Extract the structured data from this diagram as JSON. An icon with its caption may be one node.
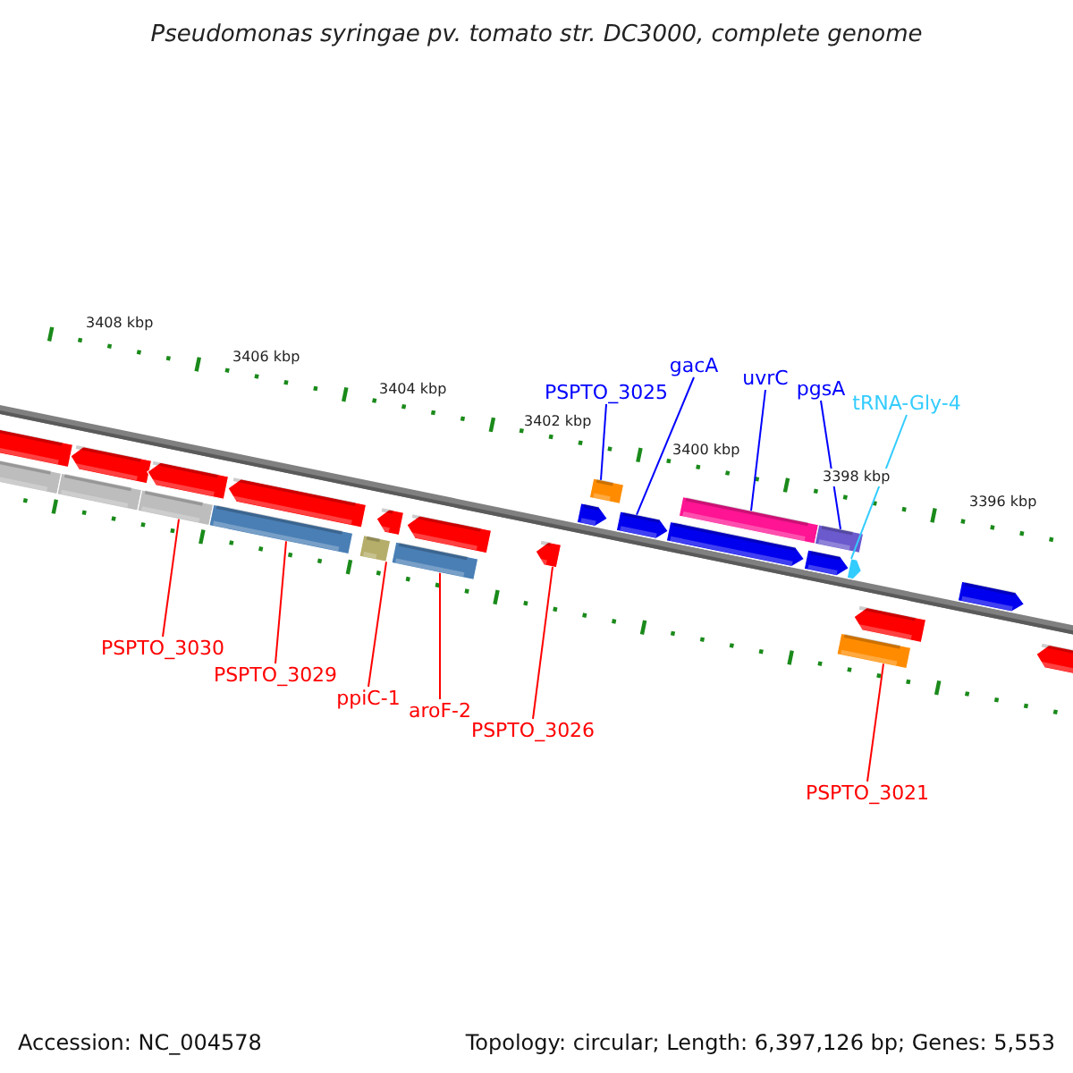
{
  "diagram": {
    "title": "Pseudomonas syringae pv. tomato str. DC3000, complete genome",
    "nodes": [
      {
        "text": [
          "PSPTO_3025"
        ]
      },
      {
        "text": [
          "gacA"
        ]
      },
      {
        "text": [
          "uvrC"
        ]
      },
      {
        "text": [
          "pgsA"
        ]
      },
      {
        "text": [
          "tRNA-Gly-4"
        ]
      },
      {
        "text": [
          "PSPTO_3030"
        ]
      },
      {
        "text": [
          "PSPTO_3029"
        ]
      },
      {
        "text": [
          "ppiC-1"
        ]
      },
      {
        "text": [
          "aroF-2"
        ]
      },
      {
        "text": [
          "PSPTO_3026"
        ]
      },
      {
        "text": [
          "PSPTO_3021"
        ]
      },
      {
        "text": [],
        "shape": "bar"
      },
      {
        "text": [],
        "shape": "bar"
      },
      {
        "text": [],
        "shape": "bar"
      },
      {
        "text": [],
        "shape": "bar"
      },
      {
        "text": [],
        "shape": "bar"
      },
      {
        "text": [],
        "shape": "bar"
      },
      {
        "text": [],
        "shape": "bar"
      },
      {
        "text": [],
        "shape": "bar"
      },
      {
        "text": [],
        "shape": "bar"
      },
      {
        "text": [],
        "shape": "bar"
      },
      {
        "text": [],
        "shape": "bar"
      },
      {
        "text": [],
        "shape": "bar"
      },
      {
        "text": [],
        "shape": "bar"
      },
      {
        "text": [],
        "shape": "bar"
      },
      {
        "text": [],
        "shape": "bar"
      },
      {
        "text": [],
        "shape": "bar"
      },
      {
        "text": [],
        "shape": "bar"
      },
      {
        "text": [],
        "shape": "bar"
      },
      {
        "text": [],
        "shape": "bar"
      },
      {
        "text": [],
        "shape": "bar"
      },
      {
        "text": [],
        "shape": "bar"
      },
      {
        "text": [],
        "shape": "bar"
      },
      {
        "text": [],
        "shape": "bar"
      },
      {
        "text": [],
        "shape": "bar"
      },
      {
        "text": [],
        "shape": "bar"
      }
    ],
    "edges": [
      {
        "from": 0,
        "to": 25,
        "arrow": "none",
        "color": "#0000ff"
      },
      {
        "from": 1,
        "to": 26,
        "arrow": "none",
        "color": "#0000ff"
      },
      {
        "from": 2,
        "to": 28,
        "arrow": "none",
        "color": "#0000ff"
      },
      {
        "from": 3,
        "to": 30,
        "arrow": "none",
        "color": "#0000ff"
      },
      {
        "from": 4,
        "to": 31,
        "arrow": "none",
        "color": "#33ccff"
      },
      {
        "from": 5,
        "to": 15,
        "arrow": "none"
      },
      {
        "from": 6,
        "to": 17,
        "arrow": "none"
      },
      {
        "from": 7,
        "to": 19,
        "arrow": "none"
      },
      {
        "from": 8,
        "to": 21,
        "arrow": "none"
      },
      {
        "from": 9,
        "to": 23,
        "arrow": "none"
      },
      {
        "from": 10,
        "to": 32,
        "arrow": "none"
      }
    ],
    "labels": [
      "3408 kbp",
      "3406 kbp",
      "3404 kbp",
      "3402 kbp",
      "3400 kbp",
      "3398 kbp",
      "3396 kbp",
      "Accession: NC_004578",
      "Topology: circular; Length: 6,397,126 bp; Genes: 5,553"
    ]
  }
}
